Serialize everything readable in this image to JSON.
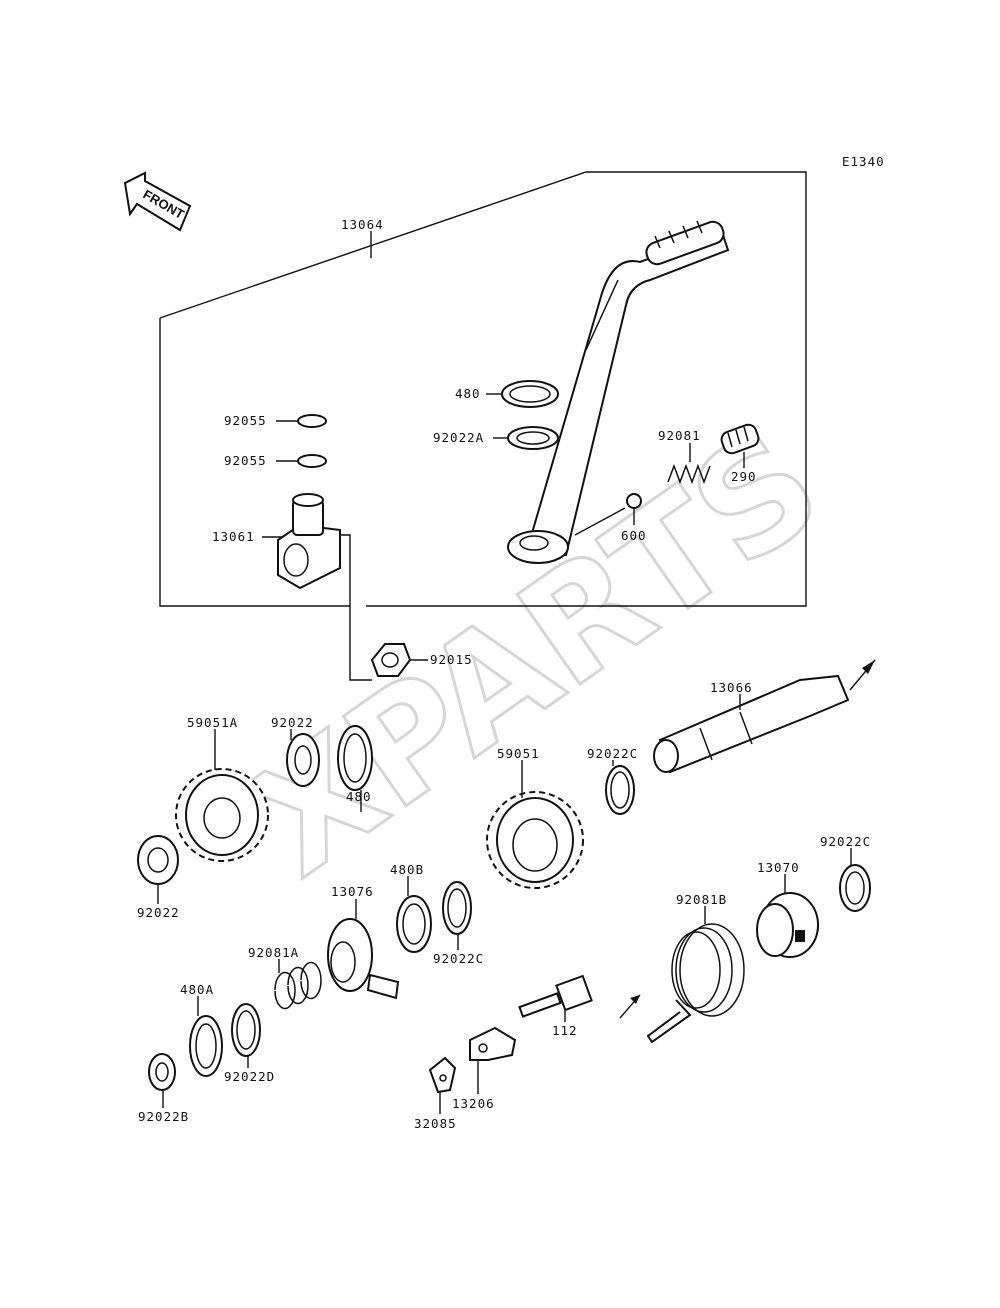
{
  "diagram": {
    "code": "E1340",
    "front_arrow_text": "FRONT",
    "watermark": "XPARTS",
    "callouts": [
      {
        "id": "l13064",
        "text": "13064"
      },
      {
        "id": "l480a",
        "text": "480"
      },
      {
        "id": "l92022A",
        "text": "92022A"
      },
      {
        "id": "l92081",
        "text": "92081"
      },
      {
        "id": "l290",
        "text": "290"
      },
      {
        "id": "l92055a",
        "text": "92055"
      },
      {
        "id": "l92055b",
        "text": "92055"
      },
      {
        "id": "l13061",
        "text": "13061"
      },
      {
        "id": "l600",
        "text": "600"
      },
      {
        "id": "l92015",
        "text": "92015"
      },
      {
        "id": "l13066",
        "text": "13066"
      },
      {
        "id": "l59051A",
        "text": "59051A"
      },
      {
        "id": "l92022top",
        "text": "92022"
      },
      {
        "id": "l480b",
        "text": "480"
      },
      {
        "id": "l59051",
        "text": "59051"
      },
      {
        "id": "l92022Ctop",
        "text": "92022C"
      },
      {
        "id": "l92022left",
        "text": "92022"
      },
      {
        "id": "l13076",
        "text": "13076"
      },
      {
        "id": "l480B",
        "text": "480B"
      },
      {
        "id": "l92022Cmid",
        "text": "92022C"
      },
      {
        "id": "l92022Cright",
        "text": "92022C"
      },
      {
        "id": "l13070",
        "text": "13070"
      },
      {
        "id": "l92081B",
        "text": "92081B"
      },
      {
        "id": "l92081A",
        "text": "92081A"
      },
      {
        "id": "l480A",
        "text": "480A"
      },
      {
        "id": "l92022D",
        "text": "92022D"
      },
      {
        "id": "l112",
        "text": "112"
      },
      {
        "id": "l13206",
        "text": "13206"
      },
      {
        "id": "l92022B",
        "text": "92022B"
      },
      {
        "id": "l32085",
        "text": "32085"
      }
    ]
  }
}
